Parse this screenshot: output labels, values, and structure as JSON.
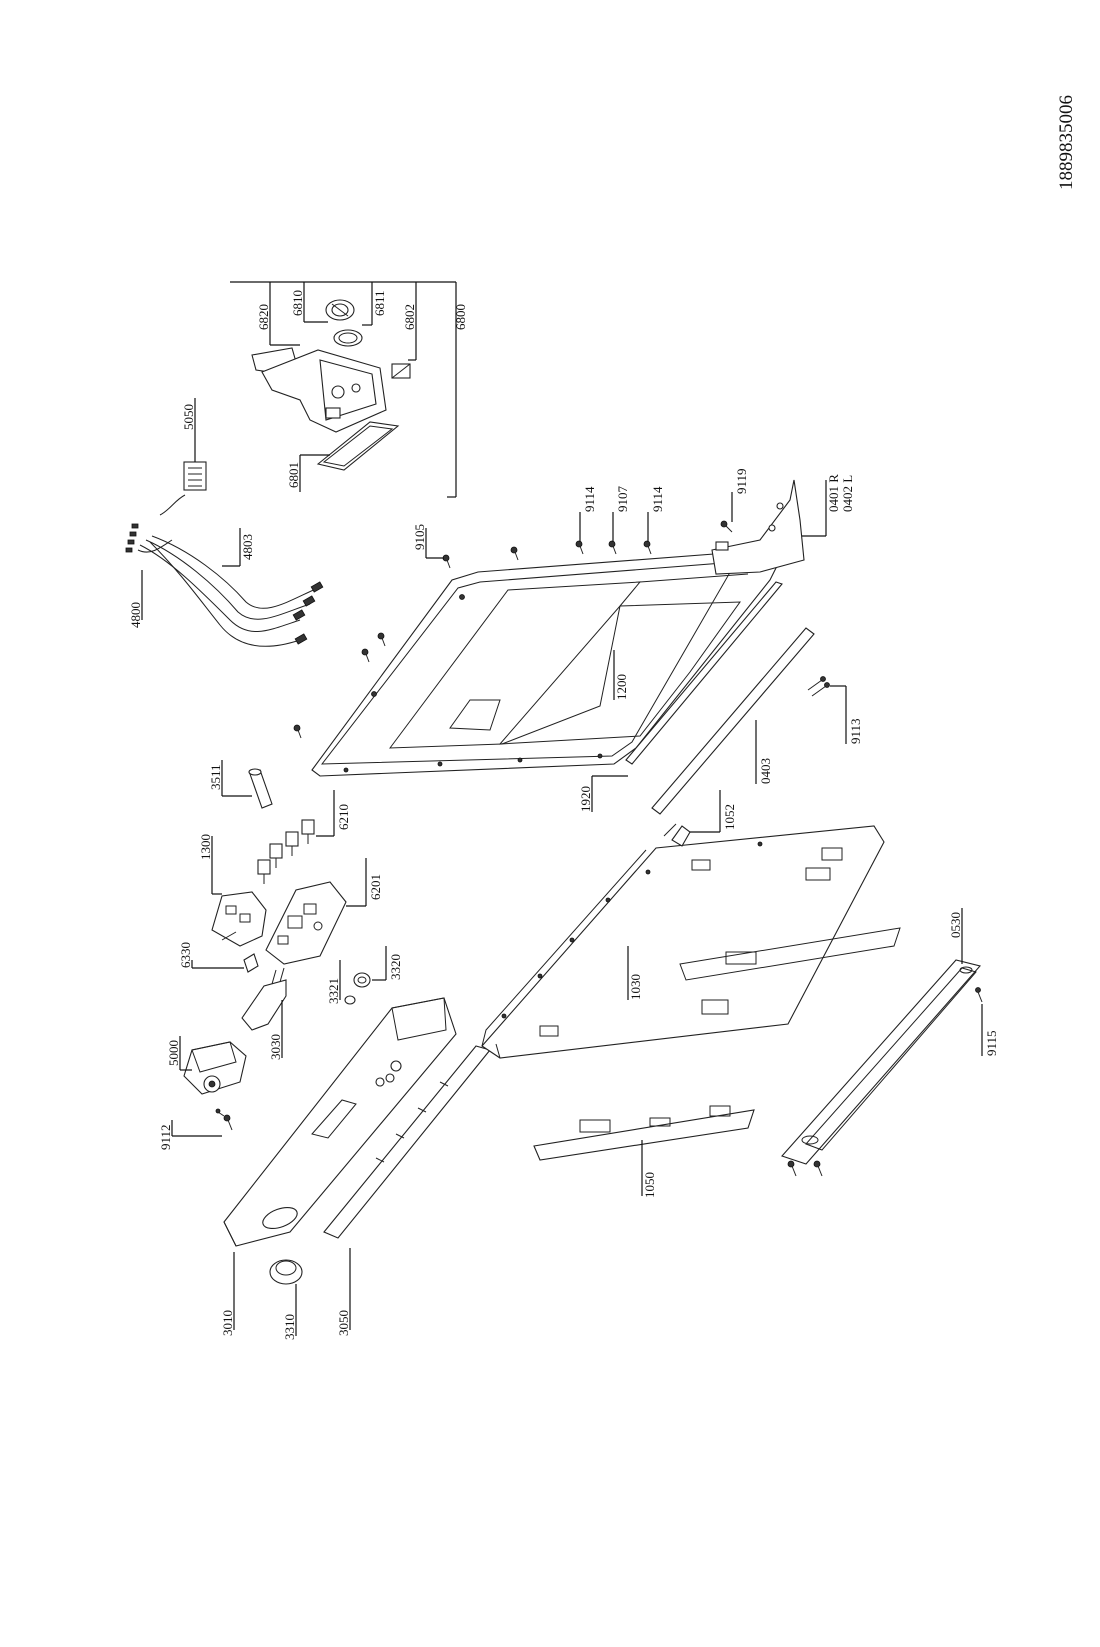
{
  "document_id": "1889835006",
  "labels": {
    "l6820": "6820",
    "l6810": "6810",
    "l6811": "6811",
    "l6802": "6802",
    "l6800": "6800",
    "l5050": "5050",
    "l6801": "6801",
    "l4803": "4803",
    "l4800": "4800",
    "l9105": "9105",
    "l9114a": "9114",
    "l9107": "9107",
    "l9114b": "9114",
    "l9119": "9119",
    "l0401": "0401 R",
    "l0402": "0402 L",
    "l1200": "1200",
    "l9113": "9113",
    "l0403": "0403",
    "l1920": "1920",
    "l3511": "3511",
    "l6210": "6210",
    "l1300": "1300",
    "l6201": "6201",
    "l1052": "1052",
    "l6330": "6330",
    "l3321": "3321",
    "l3320": "3320",
    "l1030": "1030",
    "l0530": "0530",
    "l5000": "5000",
    "l3030": "3030",
    "l9115": "9115",
    "l9112": "9112",
    "l1050": "1050",
    "l3010": "3010",
    "l3310": "3310",
    "l3050": "3050"
  }
}
